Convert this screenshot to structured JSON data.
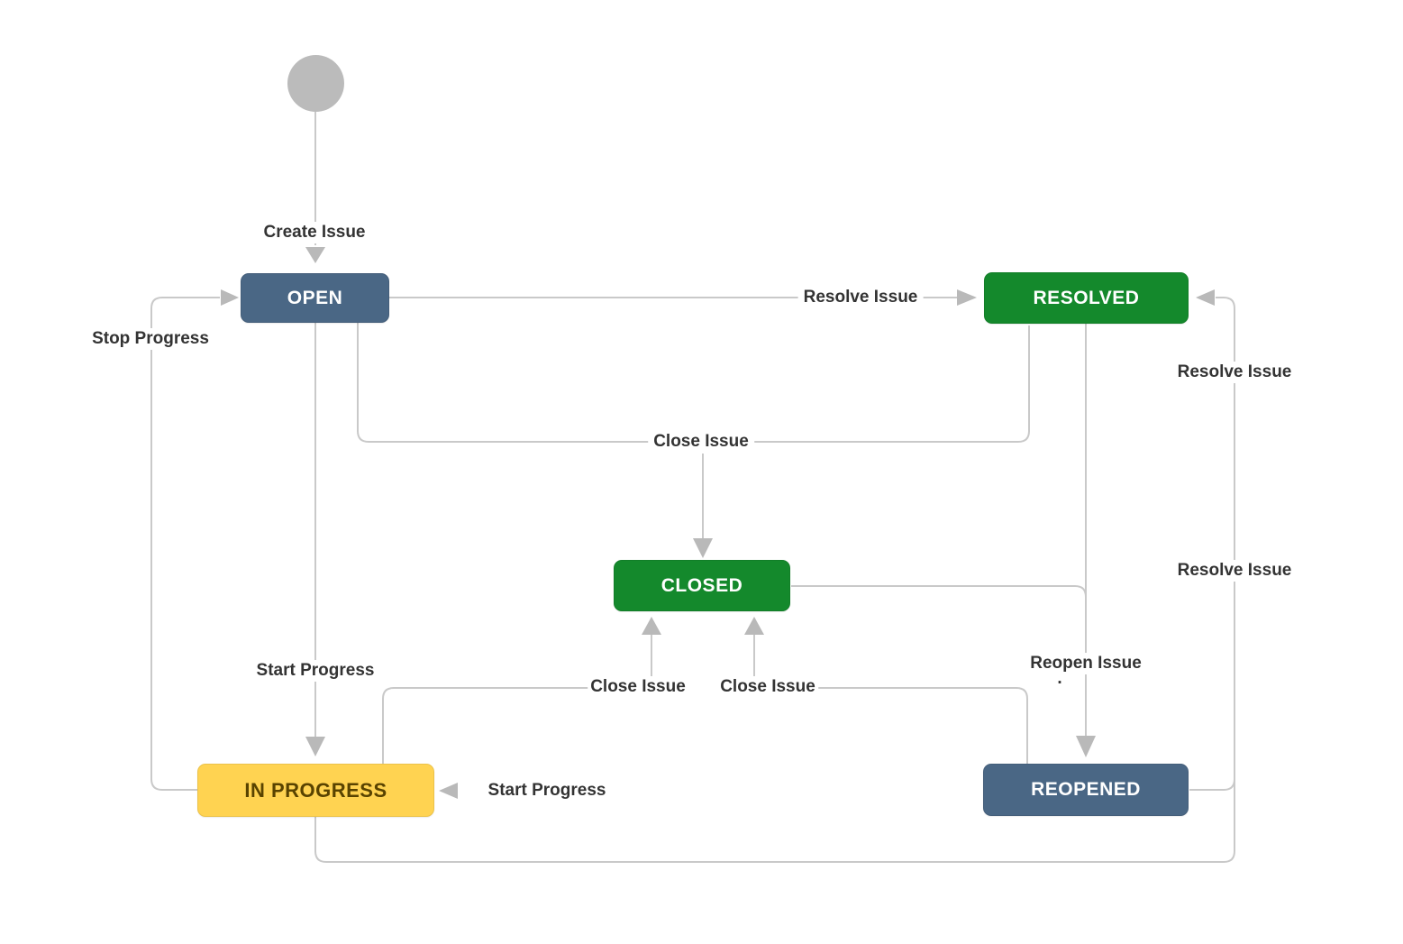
{
  "diagram_type": "workflow-state-diagram",
  "palette": {
    "node_blue": "#4A6785",
    "node_green": "#14892C",
    "node_yellow": "#FFD351",
    "node_yellow_text": "#594300",
    "node_text": "#FFFFFF",
    "line": "#C9C9C9",
    "arrowhead": "#B9B9B9",
    "label_text": "#333333",
    "start_circle": "#BBBBBB",
    "background": "#FFFFFF"
  },
  "nodes": {
    "start": {
      "type": "start-circle",
      "label": ""
    },
    "open": {
      "label": "OPEN",
      "color": "#4A6785"
    },
    "resolved": {
      "label": "RESOLVED",
      "color": "#14892C"
    },
    "closed": {
      "label": "CLOSED",
      "color": "#14892C"
    },
    "in_progress": {
      "label": "IN PROGRESS",
      "color": "#FFD351"
    },
    "reopened": {
      "label": "REOPENED",
      "color": "#4A6785"
    }
  },
  "labels": {
    "create_issue": "Create Issue",
    "resolve_issue_open": "Resolve Issue",
    "stop_progress": "Stop Progress",
    "resolve_issue_upper_right": "Resolve Issue",
    "close_issue_top": "Close Issue",
    "resolve_issue_lower_right": "Resolve Issue",
    "reopen_issue": "Reopen Issue",
    "start_progress_open": "Start Progress",
    "close_issue_left": "Close Issue",
    "close_issue_right": "Close Issue",
    "start_progress_reopened": "Start Progress",
    "stray_mark": "."
  },
  "transitions": [
    {
      "label": "Create Issue",
      "from": "start",
      "to": "open"
    },
    {
      "label": "Resolve Issue",
      "from": "open",
      "to": "resolved"
    },
    {
      "label": "Close Issue",
      "from": "open",
      "to": "closed"
    },
    {
      "label": "Close Issue",
      "from": "resolved",
      "to": "closed"
    },
    {
      "label": "Start Progress",
      "from": "open",
      "to": "in_progress"
    },
    {
      "label": "Stop Progress",
      "from": "in_progress",
      "to": "open"
    },
    {
      "label": "Close Issue",
      "from": "in_progress",
      "to": "closed"
    },
    {
      "label": "Resolve Issue",
      "from": "in_progress",
      "to": "resolved"
    },
    {
      "label": "Reopen Issue",
      "from": "resolved",
      "to": "reopened"
    },
    {
      "label": "Reopen Issue",
      "from": "closed",
      "to": "reopened"
    },
    {
      "label": "Close Issue",
      "from": "reopened",
      "to": "closed"
    },
    {
      "label": "Resolve Issue",
      "from": "reopened",
      "to": "resolved"
    },
    {
      "label": "Start Progress",
      "from": "reopened",
      "to": "in_progress"
    }
  ]
}
